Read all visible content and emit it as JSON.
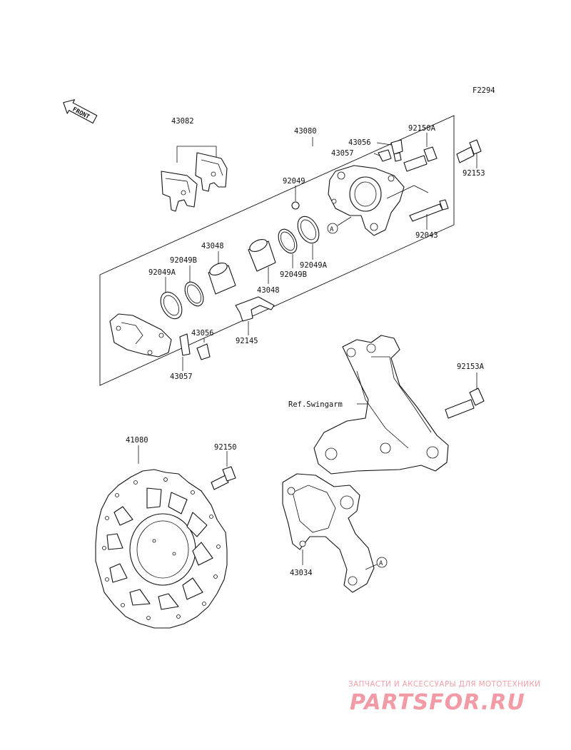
{
  "diagram_code": "F2294",
  "front_label": "FRONT",
  "ref_label": "Ref.Swingarm",
  "callout_letter": "A",
  "watermark": {
    "caption": "ЗАПЧАСТИ И АКСЕССУАРЫ ДЛЯ МОТОТЕХНИКИ",
    "brand": "PARTSFOR.RU"
  },
  "labels": {
    "p43082": "43082",
    "p43080": "43080",
    "p43056_top": "43056",
    "p43057_top": "43057",
    "p92150A": "92150A",
    "p92153": "92153",
    "p92049": "92049",
    "p92043": "92043",
    "p92049A_right": "92049A",
    "p92049B_right": "92049B",
    "p43048_right": "43048",
    "p43048_left": "43048",
    "p92049B_left": "92049B",
    "p92049A_left": "92049A",
    "p43056_bot": "43056",
    "p43057_bot": "43057",
    "p92145": "92145",
    "p92153A": "92153A",
    "p41080": "41080",
    "p92150": "92150",
    "p43034": "43034"
  },
  "colors": {
    "line": "#111111",
    "watermark": "#f29aa5"
  }
}
